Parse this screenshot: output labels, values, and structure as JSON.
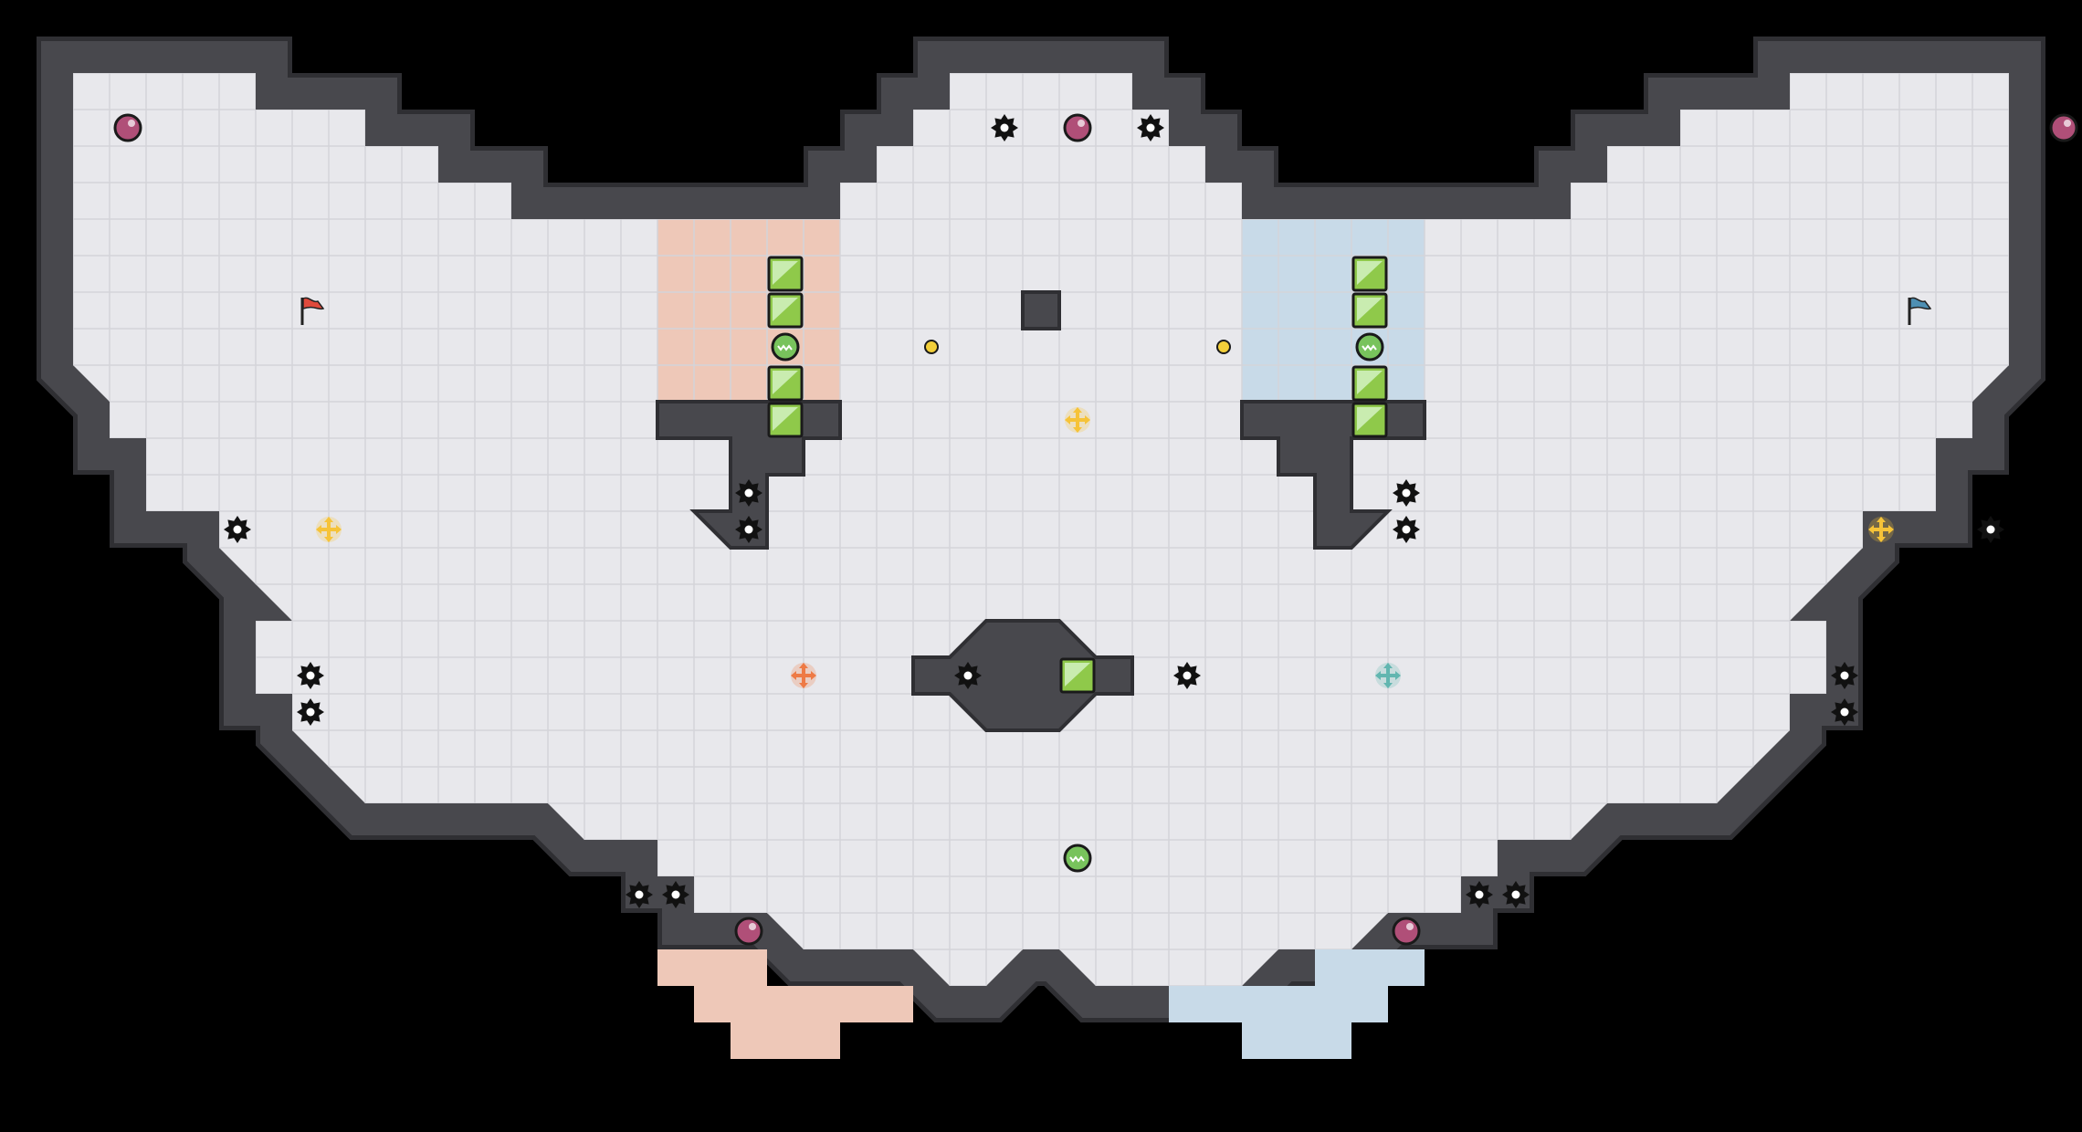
{
  "palette": {
    "background": "#000000",
    "wall_edge": "#2f2f33",
    "wall": "#48484d",
    "floor": "#e8e8ec",
    "grid": "#d4d4d9",
    "red_zone": "#eec8b8",
    "blue_zone": "#c8dae8",
    "block_green": "#8fc94a",
    "block_green_light": "#c9ecb0",
    "flag_red": "#e04a3c",
    "flag_blue": "#4e8fb3",
    "orb": "#b04f78",
    "spike": "#111111",
    "powerup_yellow": "#f6c338",
    "powerup_red": "#ee7a45",
    "powerup_teal": "#62b6b0",
    "coin": "#f3cf3a",
    "boost_pad": "#78c35c"
  },
  "level": {
    "grid_cell_units": 1,
    "flags": [
      {
        "team": "red",
        "cell": [
          6,
          6
        ],
        "icon": "red-flag-icon"
      },
      {
        "team": "blue",
        "cell": [
          50,
          6
        ],
        "icon": "blue-flag-icon"
      }
    ],
    "orbs": [
      [
        1,
        1
      ],
      [
        27,
        1
      ],
      [
        54,
        1
      ],
      [
        18,
        23
      ],
      [
        36,
        23
      ]
    ],
    "spikes": [
      [
        25,
        1
      ],
      [
        29,
        1
      ],
      [
        4,
        12
      ],
      [
        52,
        12
      ],
      [
        18,
        11
      ],
      [
        18,
        12
      ],
      [
        36,
        11
      ],
      [
        36,
        12
      ],
      [
        6,
        16
      ],
      [
        6,
        17
      ],
      [
        48,
        16
      ],
      [
        48,
        17
      ],
      [
        24,
        16
      ],
      [
        30,
        16
      ],
      [
        15,
        22
      ],
      [
        16,
        22
      ],
      [
        38,
        22
      ],
      [
        39,
        22
      ]
    ],
    "blocks": [
      [
        19,
        5
      ],
      [
        19,
        6
      ],
      [
        19,
        8
      ],
      [
        19,
        9
      ],
      [
        35,
        5
      ],
      [
        35,
        6
      ],
      [
        35,
        8
      ],
      [
        35,
        9
      ],
      [
        27,
        16
      ]
    ],
    "boosts": [
      [
        19,
        7
      ],
      [
        35,
        7
      ],
      [
        27,
        21
      ]
    ],
    "coins": [
      [
        23,
        7
      ],
      [
        31,
        7
      ]
    ],
    "powerups": [
      {
        "cell": [
          27,
          9
        ],
        "kind": "yellow"
      },
      {
        "cell": [
          6.5,
          12
        ],
        "kind": "yellow"
      },
      {
        "cell": [
          49,
          12
        ],
        "kind": "yellow"
      },
      {
        "cell": [
          19.5,
          16
        ],
        "kind": "red"
      },
      {
        "cell": [
          35.5,
          16
        ],
        "kind": "teal"
      }
    ]
  }
}
